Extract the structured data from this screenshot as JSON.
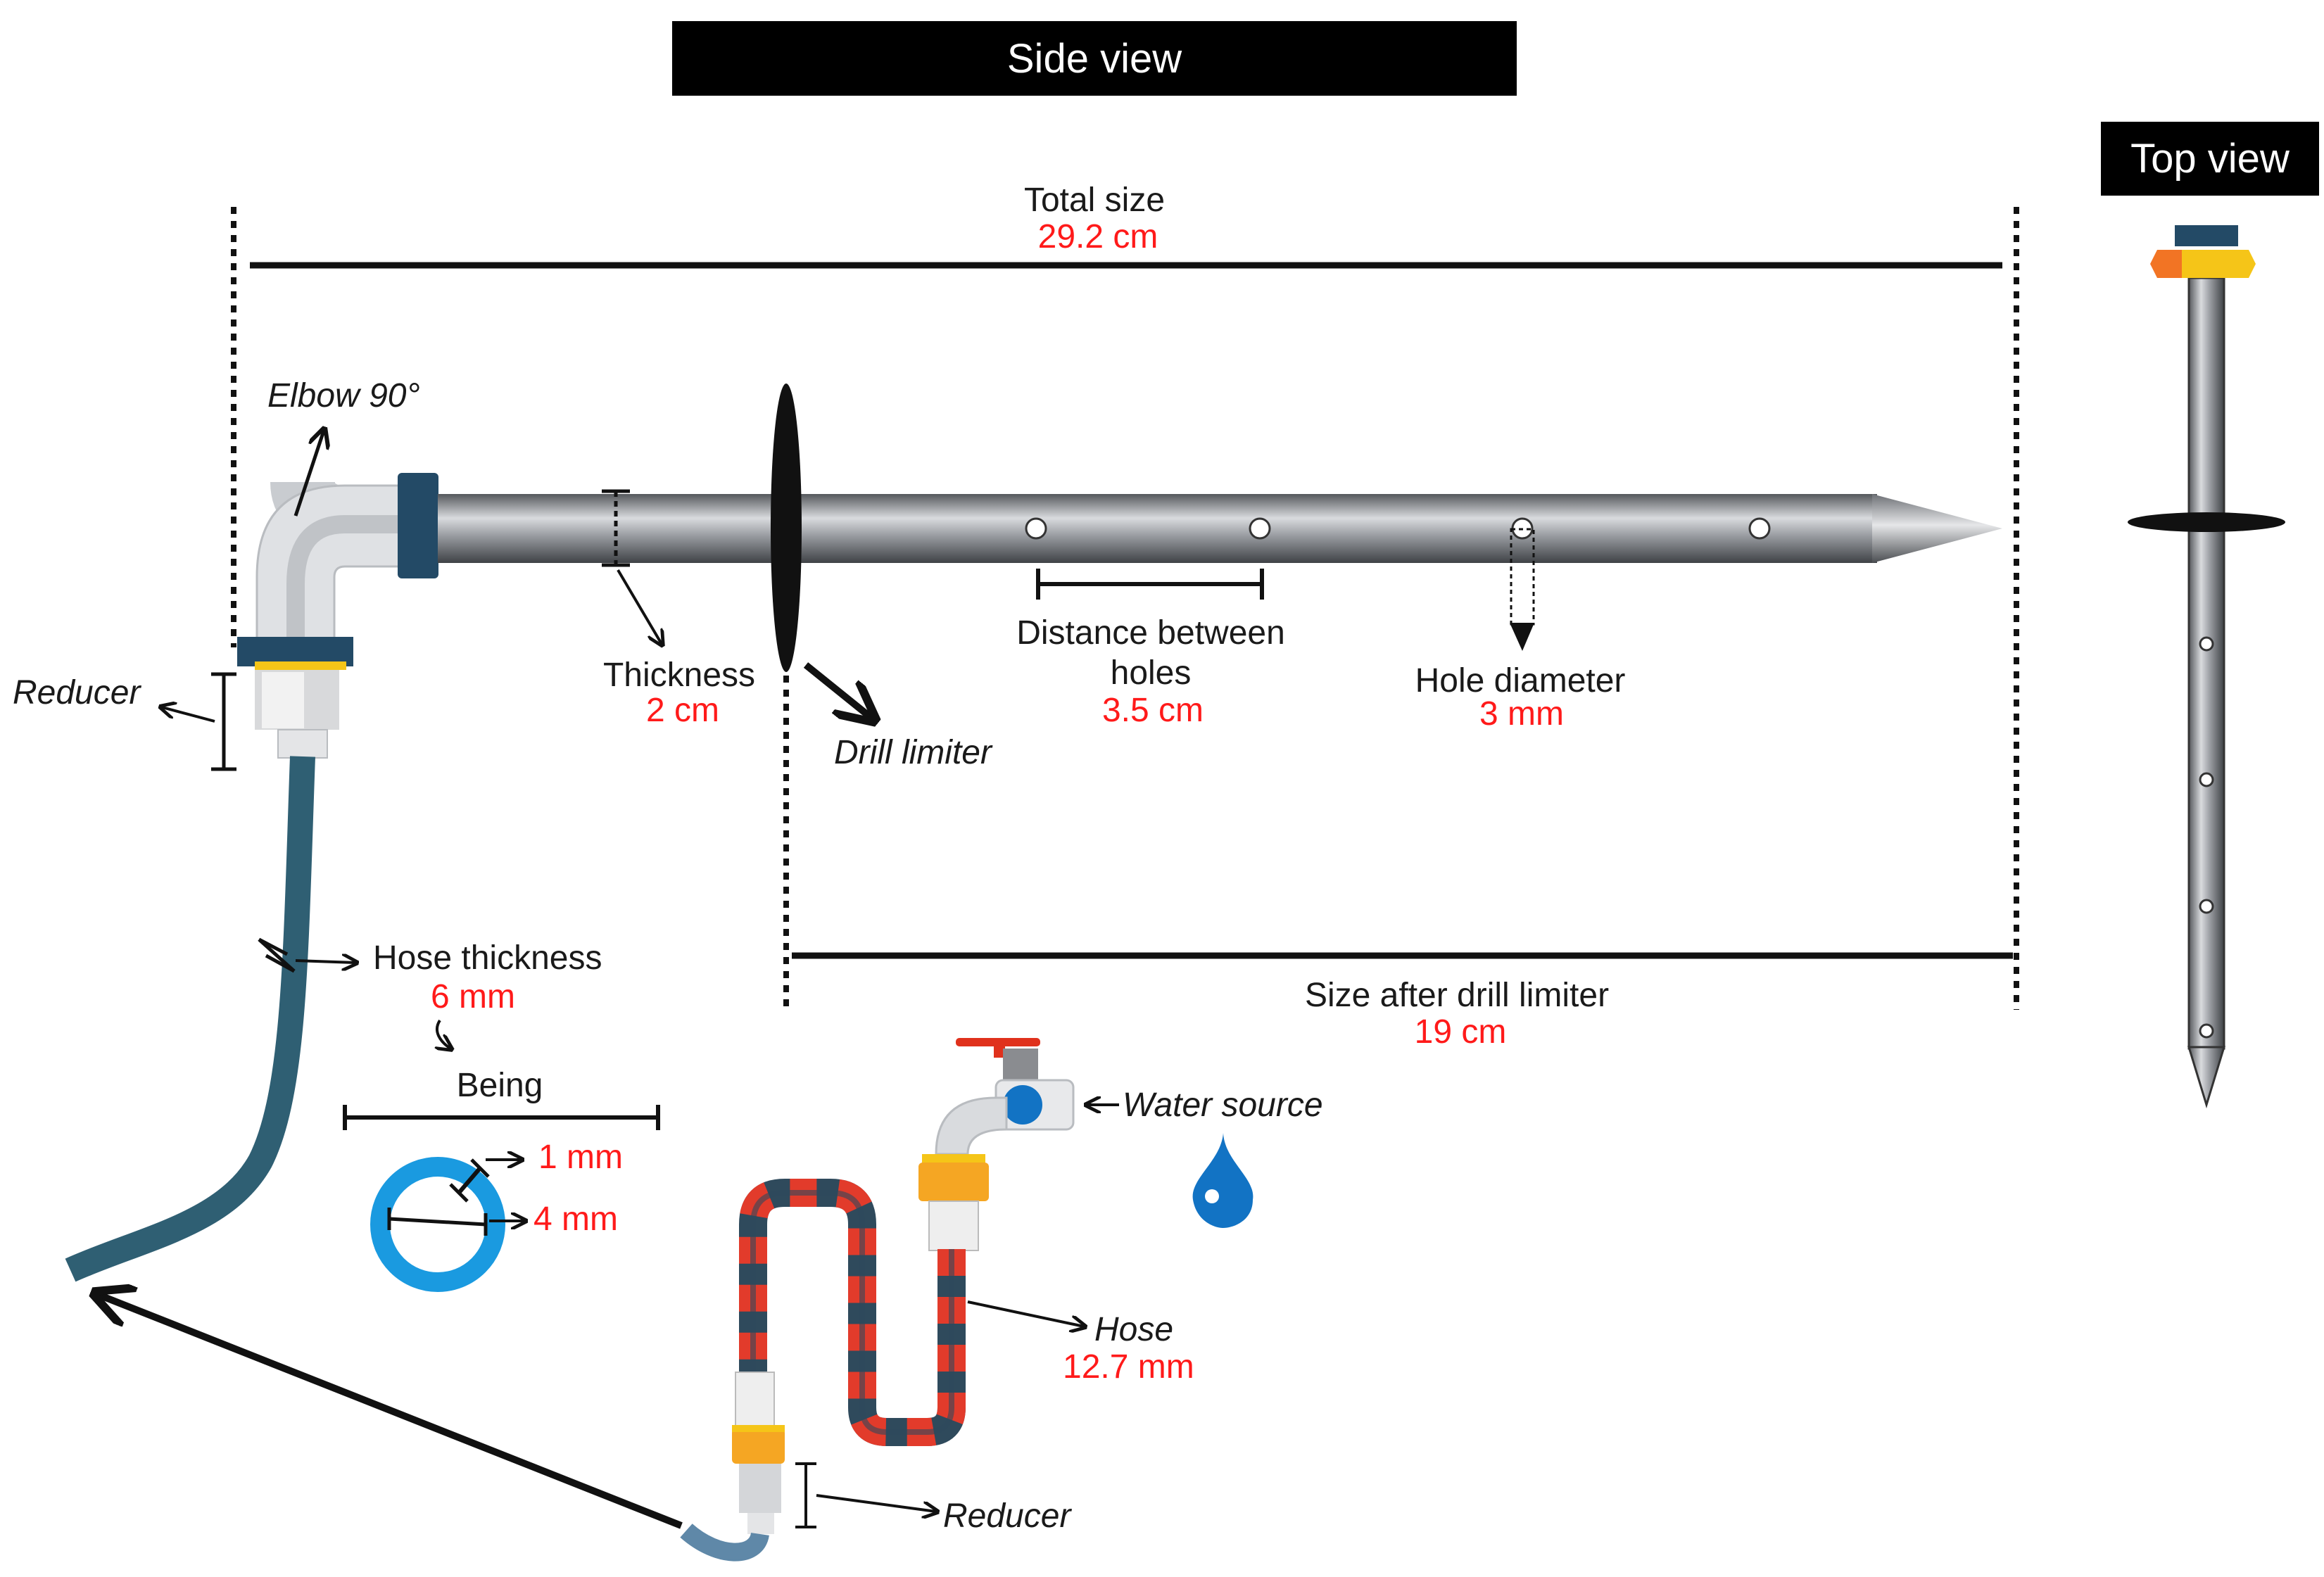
{
  "headers": {
    "side_view": "Side view",
    "top_view": "Top view"
  },
  "labels": {
    "total_size": "Total size",
    "total_size_value": "29.2 cm",
    "elbow": "Elbow 90°",
    "reducer_top": "Reducer",
    "thickness": "Thickness",
    "thickness_value": "2 cm",
    "drill_limiter": "Drill limiter",
    "distance_line1": "Distance between",
    "distance_line2": "holes",
    "distance_value": "3.5 cm",
    "hole_diameter": "Hole diameter",
    "hole_diameter_value": "3 mm",
    "size_after": "Size after drill limiter",
    "size_after_value": "19 cm",
    "hose_thickness": "Hose thickness",
    "hose_thickness_value": "6 mm",
    "being": "Being",
    "wall_value": "1 mm",
    "inner_value": "4 mm",
    "water_source": "Water source",
    "hose": "Hose",
    "hose_value": "12.7 mm",
    "reducer_bottom": "Reducer"
  },
  "colors": {
    "accent_red": "#ff1a1a",
    "pipe_gray": "#8c8f94",
    "hose_teal": "#2f5f73",
    "ring_blue": "#1a9ae0",
    "fitting_navy": "#234a66",
    "fitting_orange": "#f5a623"
  }
}
